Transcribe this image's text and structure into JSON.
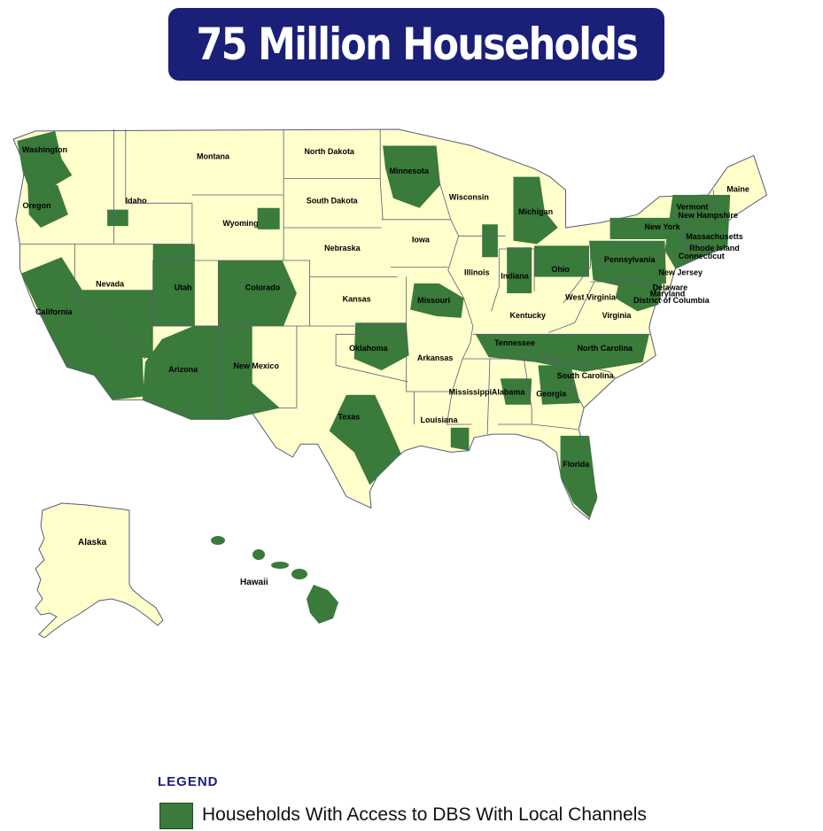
{
  "title": "75 Million Households",
  "colors": {
    "banner": "#1a1f78",
    "land": "#ffffcc",
    "covered": "#3a7a3a",
    "border": "#5a5a7a"
  },
  "states": [
    {
      "name": "Washington",
      "lon": -122.3,
      "lat": 47.6
    },
    {
      "name": "Oregon",
      "lon": -122.9,
      "lat": 44.2
    },
    {
      "name": "California",
      "lon": -121.6,
      "lat": 37.7
    },
    {
      "name": "Nevada",
      "lon": -117.3,
      "lat": 39.4
    },
    {
      "name": "Idaho",
      "lon": -115.3,
      "lat": 44.5
    },
    {
      "name": "Montana",
      "lon": -109.4,
      "lat": 47.2
    },
    {
      "name": "Wyoming",
      "lon": -107.3,
      "lat": 43.1
    },
    {
      "name": "Utah",
      "lon": -111.7,
      "lat": 39.2
    },
    {
      "name": "Colorado",
      "lon": -105.6,
      "lat": 39.2
    },
    {
      "name": "Arizona",
      "lon": -111.7,
      "lat": 34.2
    },
    {
      "name": "New Mexico",
      "lon": -106.1,
      "lat": 34.4
    },
    {
      "name": "North Dakota",
      "lon": -100.5,
      "lat": 47.5
    },
    {
      "name": "South Dakota",
      "lon": -100.3,
      "lat": 44.5
    },
    {
      "name": "Nebraska",
      "lon": -99.5,
      "lat": 41.6
    },
    {
      "name": "Kansas",
      "lon": -98.4,
      "lat": 38.5
    },
    {
      "name": "Oklahoma",
      "lon": -97.5,
      "lat": 35.5
    },
    {
      "name": "Texas",
      "lon": -99.0,
      "lat": 31.3
    },
    {
      "name": "Minnesota",
      "lon": -94.4,
      "lat": 46.3
    },
    {
      "name": "Iowa",
      "lon": -93.5,
      "lat": 42.1
    },
    {
      "name": "Missouri",
      "lon": -92.5,
      "lat": 38.4
    },
    {
      "name": "Arkansas",
      "lon": -92.4,
      "lat": 34.9
    },
    {
      "name": "Louisiana",
      "lon": -92.1,
      "lat": 31.1
    },
    {
      "name": "Wisconsin",
      "lon": -89.8,
      "lat": 44.7
    },
    {
      "name": "Illinois",
      "lon": -89.2,
      "lat": 40.1
    },
    {
      "name": "Mississippi",
      "lon": -89.7,
      "lat": 32.8
    },
    {
      "name": "Michigan",
      "lon": -84.7,
      "lat": 43.8
    },
    {
      "name": "Indiana",
      "lon": -86.3,
      "lat": 39.9
    },
    {
      "name": "Ohio",
      "lon": -82.8,
      "lat": 40.3
    },
    {
      "name": "Kentucky",
      "lon": -85.3,
      "lat": 37.5
    },
    {
      "name": "Tennessee",
      "lon": -86.3,
      "lat": 35.8
    },
    {
      "name": "Alabama",
      "lon": -86.8,
      "lat": 32.8
    },
    {
      "name": "Georgia",
      "lon": -83.5,
      "lat": 32.7
    },
    {
      "name": "Florida",
      "lon": -81.6,
      "lat": 28.4
    },
    {
      "name": "South Carolina",
      "lon": -80.9,
      "lat": 33.8
    },
    {
      "name": "North Carolina",
      "lon": -79.4,
      "lat": 35.5
    },
    {
      "name": "Virginia",
      "lon": -78.5,
      "lat": 37.5
    },
    {
      "name": "West Virginia",
      "lon": -80.5,
      "lat": 38.6
    },
    {
      "name": "Pennsylvania",
      "lon": -77.5,
      "lat": 40.9
    },
    {
      "name": "New York",
      "lon": -75.0,
      "lat": 42.9
    },
    {
      "name": "Vermont",
      "lon": -72.7,
      "lat": 44.1
    },
    {
      "name": "New Hampshire",
      "lon": -71.5,
      "lat": 43.6
    },
    {
      "name": "Maine",
      "lon": -69.2,
      "lat": 45.2
    },
    {
      "name": "Massachusetts",
      "lon": -71.0,
      "lat": 42.3
    },
    {
      "name": "Rhode Island",
      "lon": -71.0,
      "lat": 41.6
    },
    {
      "name": "Connecticut",
      "lon": -72.0,
      "lat": 41.1
    },
    {
      "name": "New Jersey",
      "lon": -73.6,
      "lat": 40.1
    },
    {
      "name": "Delaware",
      "lon": -74.4,
      "lat": 39.2
    },
    {
      "name": "Maryland",
      "lon": -74.6,
      "lat": 38.8
    },
    {
      "name": "District of Columbia",
      "lon": -74.3,
      "lat": 38.4
    }
  ],
  "insets": [
    {
      "name": "Alaska"
    },
    {
      "name": "Hawaii"
    }
  ],
  "legend": {
    "title": "LEGEND",
    "items": [
      {
        "label": "Households With Access to DBS With Local Channels",
        "color": "#3a7a3a"
      }
    ]
  }
}
